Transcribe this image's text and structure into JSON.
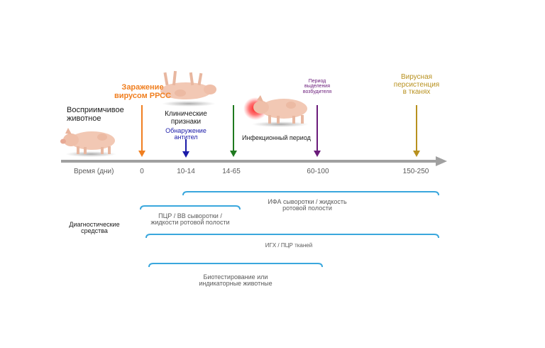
{
  "colors": {
    "axis": "#9a9a9a",
    "infection": "#f07f20",
    "antibodies": "#1a1aa8",
    "clinical": "#1f7a1f",
    "shedding": "#6a1b7a",
    "persistence": "#b8911f",
    "bracket": "#3aa7dd",
    "pig_body": "#f2c8b4",
    "infection_glow": "#ff2a2a"
  },
  "timeline": {
    "axis_label": "Время (дни)",
    "ticks": [
      "0",
      "10-14",
      "14-65",
      "60-100",
      "150-250"
    ]
  },
  "events": {
    "susceptible": "Восприимчивое\nживотное",
    "infection": "Заражение\nвирусом РРСС",
    "clinical": "Клинические\nпризнаки",
    "antibodies": "Обнаружение\nантител",
    "infectious_period": "Инфекционный период",
    "shedding": "Период\nвыделения\nвозбудителя",
    "persistence": "Вирусная\nперсистенция\nв тканях"
  },
  "diagnostics": {
    "heading": "Диагностические\nсредства",
    "items": [
      {
        "label": "ИФА сыворотки / жидкость\nротовой полости"
      },
      {
        "label": "ПЦР / ВВ сыворотки /\nжидкости ротовой полости"
      },
      {
        "label": "ИГХ / ПЦР тканей"
      },
      {
        "label": "Биотестирование или\nиндикаторные животные"
      }
    ]
  }
}
